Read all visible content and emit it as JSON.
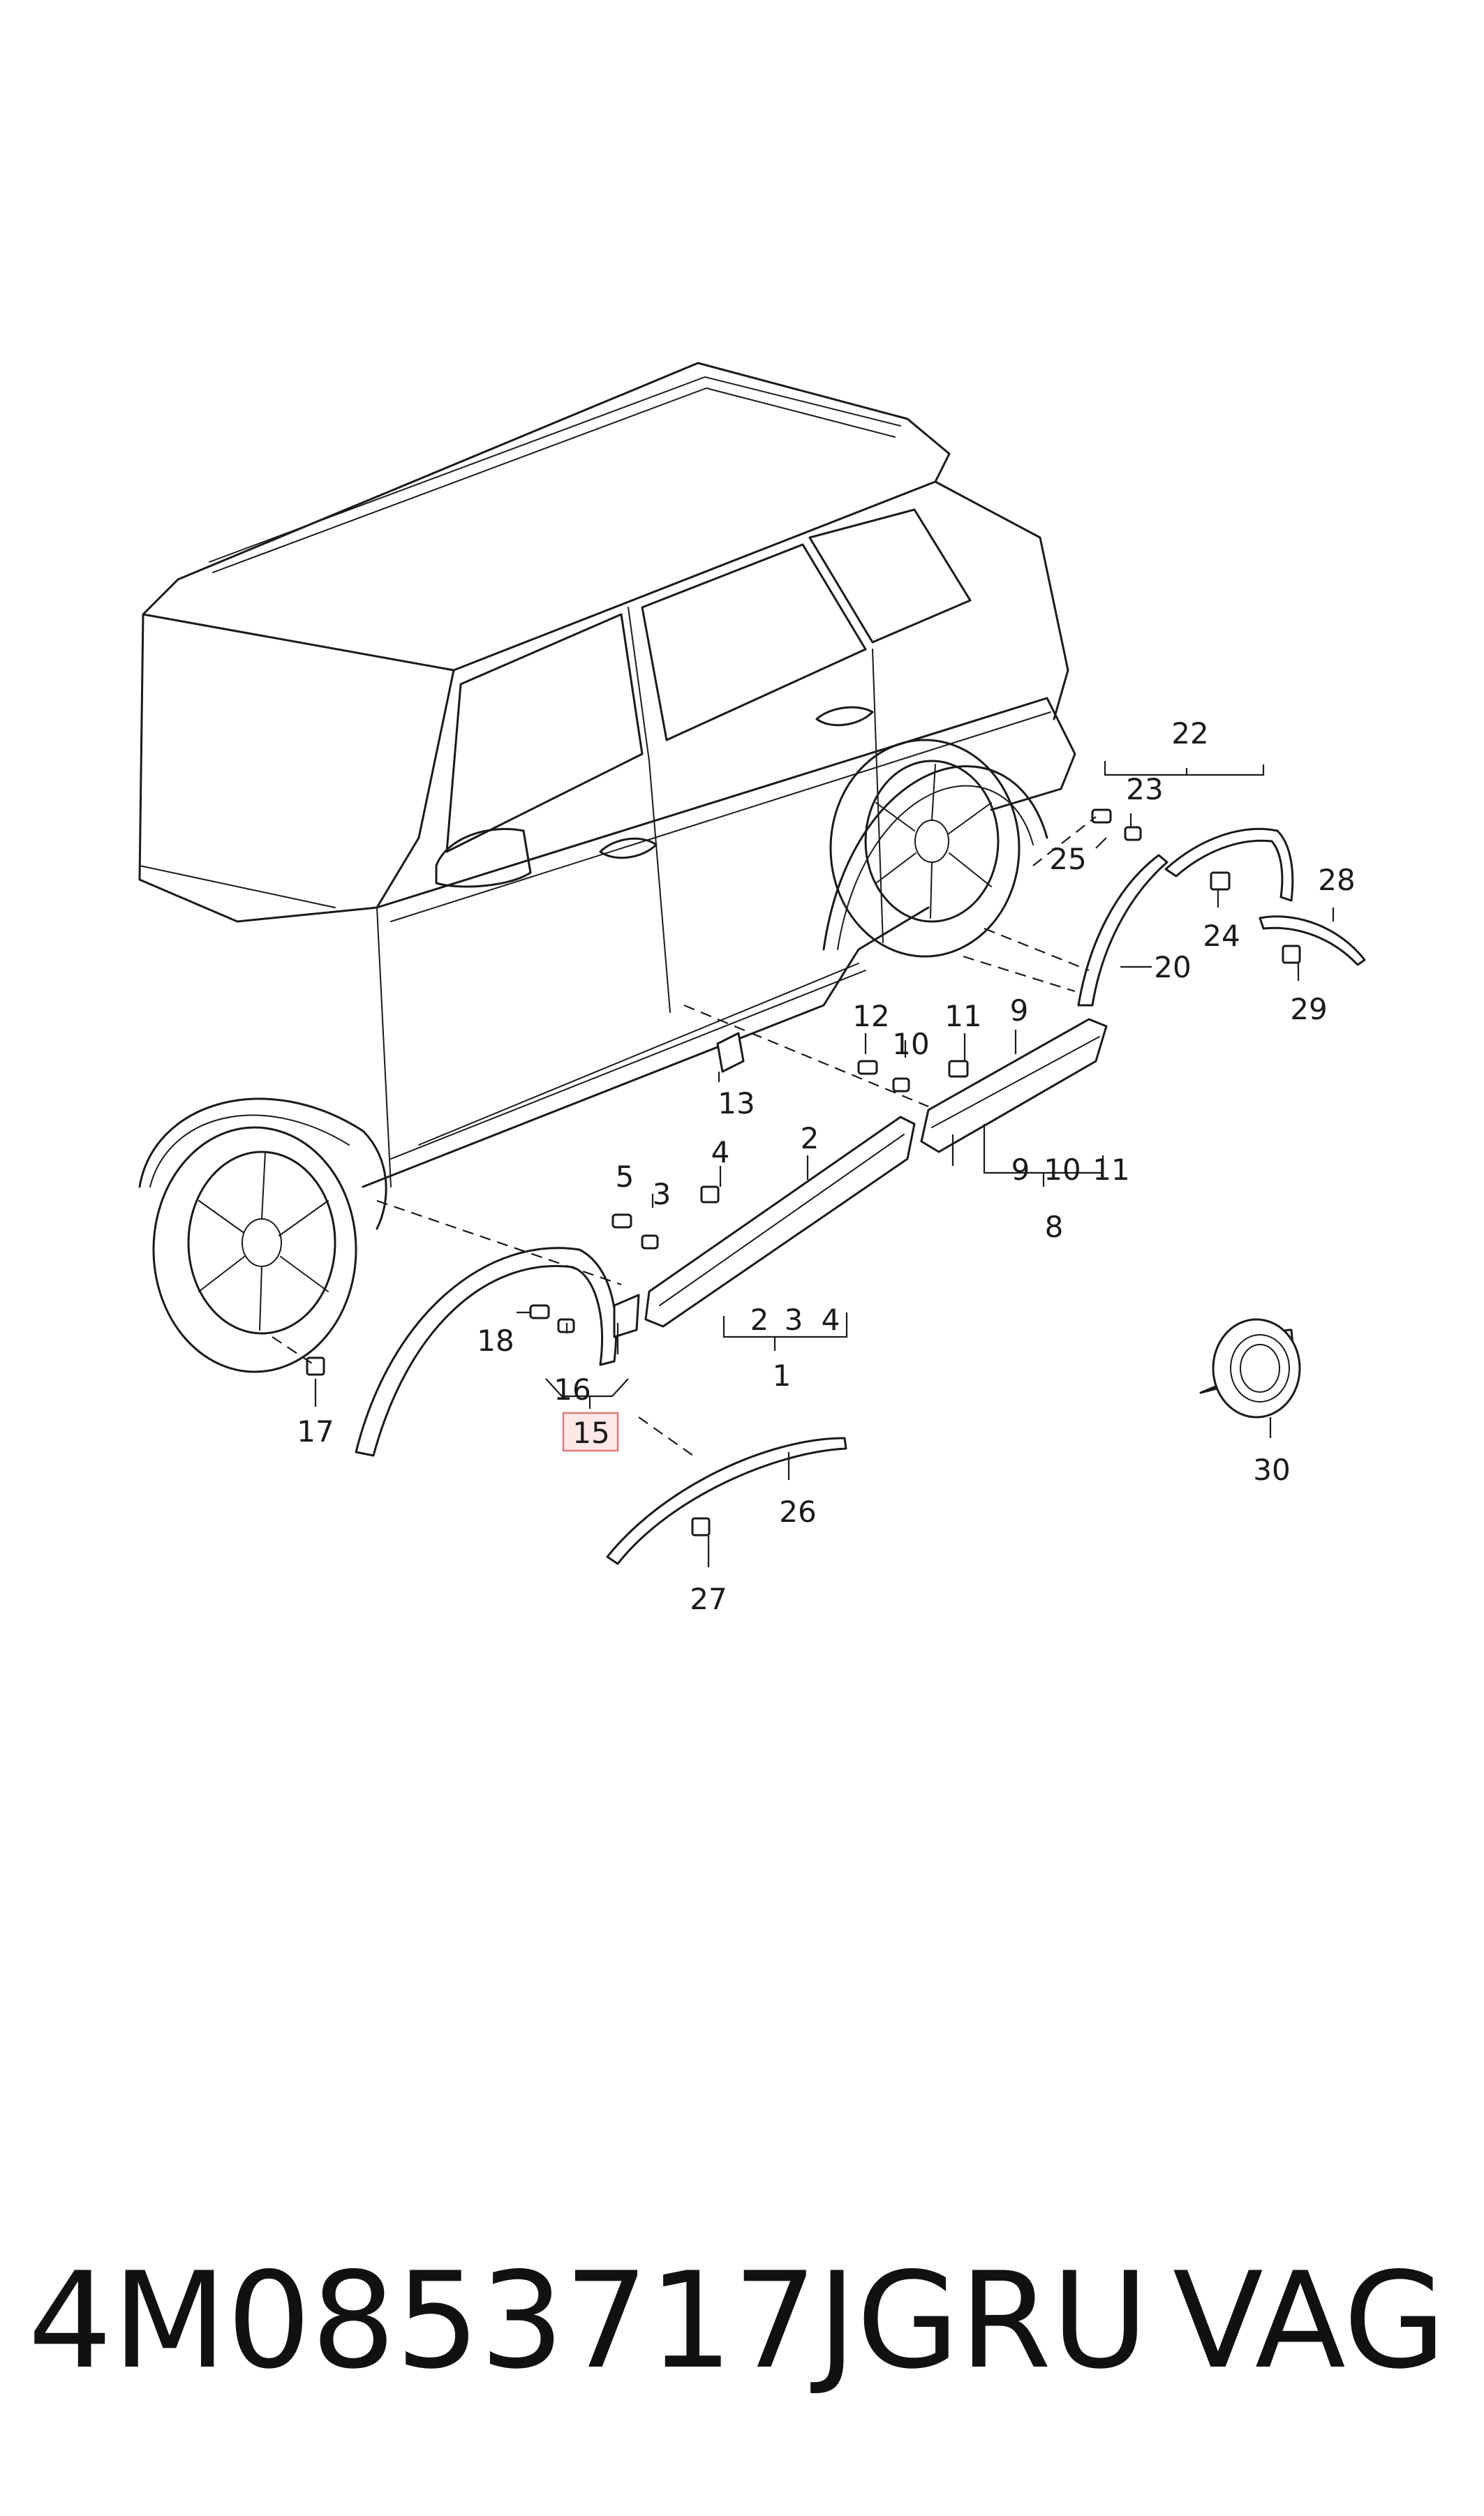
{
  "callouts": {
    "c1": "1",
    "c2": "2",
    "c2b": "2",
    "c3": "3",
    "c3b": "3",
    "c4": "4",
    "c4b": "4",
    "c5": "5",
    "c8": "8",
    "c9": "9",
    "c9b": "9",
    "c10": "10",
    "c10b": "10",
    "c11": "11",
    "c11b": "11",
    "c12": "12",
    "c13": "13",
    "c15": "15",
    "c16": "16",
    "c17": "17",
    "c18": "18",
    "c20": "20",
    "c22": "22",
    "c23": "23",
    "c24": "24",
    "c25": "25",
    "c26": "26",
    "c27": "27",
    "c28": "28",
    "c29": "29",
    "c30": "30"
  },
  "highlighted_callout": "15",
  "footer": {
    "part_number": "4M0853717JGRU",
    "brand": "VAG"
  },
  "colors": {
    "line": "#1a1a1a",
    "highlight_fill": "#fde8e8",
    "highlight_stroke": "#e07b7b"
  }
}
